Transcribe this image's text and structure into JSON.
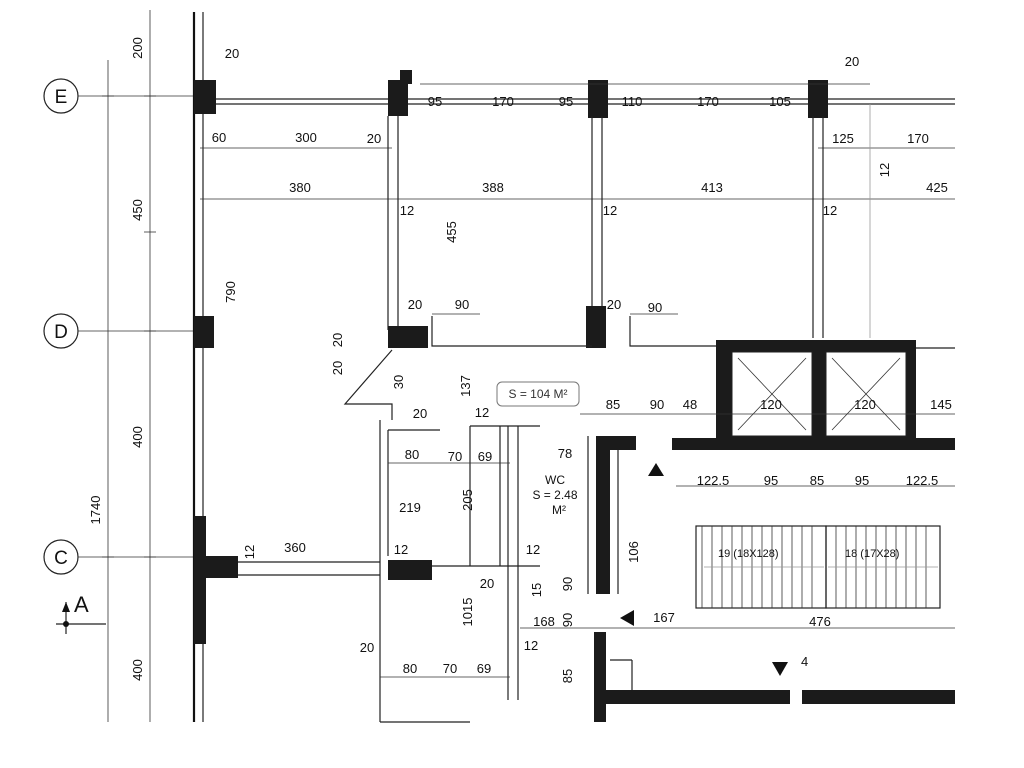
{
  "grid_axes": [
    {
      "label": "E"
    },
    {
      "label": "D"
    },
    {
      "label": "C"
    }
  ],
  "left_dims": [
    "200",
    "450",
    "790",
    "400",
    "1740",
    "400"
  ],
  "top_dims_row1": [
    "20",
    "95",
    "170",
    "95",
    "110",
    "170",
    "105",
    "20"
  ],
  "top_dims_row2": [
    "60",
    "300",
    "20",
    "125",
    "170"
  ],
  "top_dims_row3": [
    "380",
    "388",
    "413",
    "425"
  ],
  "wall_thickness_labels": [
    "12",
    "12",
    "12",
    "12"
  ],
  "vertical_dims": [
    "455",
    "137",
    "205",
    "1015",
    "106"
  ],
  "mid_dims": [
    "20",
    "90",
    "20",
    "90",
    "20",
    "20",
    "30",
    "20",
    "12",
    "85",
    "90",
    "48",
    "120",
    "120",
    "145"
  ],
  "room_dims_top": [
    "80",
    "70",
    "69",
    "78"
  ],
  "room_dims_bottom": [
    "80",
    "70",
    "69"
  ],
  "stair_dims": [
    "122.5",
    "95",
    "85",
    "95",
    "122.5"
  ],
  "corridor_dims": [
    "168",
    "167",
    "476"
  ],
  "misc_dims": [
    "219",
    "360",
    "12",
    "12",
    "12",
    "20",
    "15",
    "90",
    "90",
    "12",
    "20",
    "85"
  ],
  "area_tag": "S = 104 M²",
  "wc": {
    "name": "WC",
    "area": "S = 2.48",
    "unit": "M²"
  },
  "stairs": [
    {
      "label": "19 (18X128)"
    },
    {
      "label": "18 (17X28)"
    }
  ],
  "north_label": "A",
  "level_mark": "4"
}
